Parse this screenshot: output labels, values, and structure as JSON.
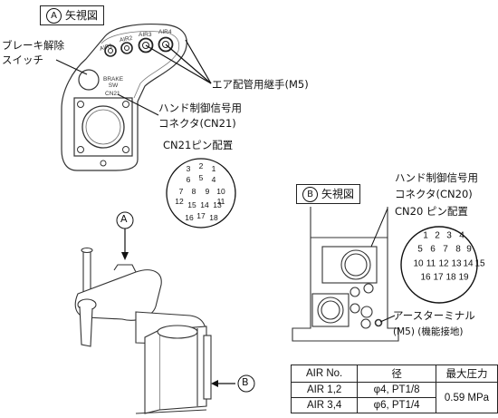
{
  "view_a": {
    "title_letter": "A",
    "title_text": "矢視図",
    "brake_release_line1": "ブレーキ解除",
    "brake_release_line2": "スイッチ",
    "air_fitting": "エア配管用継手(M5)",
    "hand_connector_line1": "ハンド制御信号用",
    "hand_connector_line2": "コネクタ(CN21)",
    "pin_layout": "CN21ピン配置",
    "port_labels": [
      "AIR1",
      "AIR2",
      "AIR3",
      "AIR4"
    ],
    "brake_sw_label": "BRAKE SW",
    "cn_label": "CN21",
    "pins": [
      "3",
      "2",
      "1",
      "6",
      "5",
      "4",
      "7",
      "8",
      "9",
      "10",
      "11",
      "12",
      "15",
      "14",
      "13",
      "16",
      "17",
      "18"
    ]
  },
  "view_b": {
    "title_letter": "B",
    "title_text": "矢視図",
    "hand_connector_line1": "ハンド制御信号用",
    "hand_connector_line2": "コネクタ(CN20)",
    "pin_layout": "CN20 ピン配置",
    "earth_terminal_line1": "アースターミナル",
    "earth_terminal_line2": "(M5) (機能接地)",
    "pins": [
      "1",
      "2",
      "3",
      "4",
      "5",
      "6",
      "7",
      "8",
      "9",
      "10",
      "11",
      "12",
      "13",
      "14",
      "15",
      "16",
      "17",
      "18",
      "19"
    ]
  },
  "robot": {
    "arrow_a": "A",
    "arrow_b": "B"
  },
  "spec_table": {
    "headers": [
      "AIR No.",
      "径",
      "最大圧力"
    ],
    "rows": [
      [
        "AIR 1,2",
        "φ4, PT1/8"
      ],
      [
        "AIR 3,4",
        "φ6, PT1/4"
      ]
    ],
    "max_pressure": "0.59 MPa"
  }
}
